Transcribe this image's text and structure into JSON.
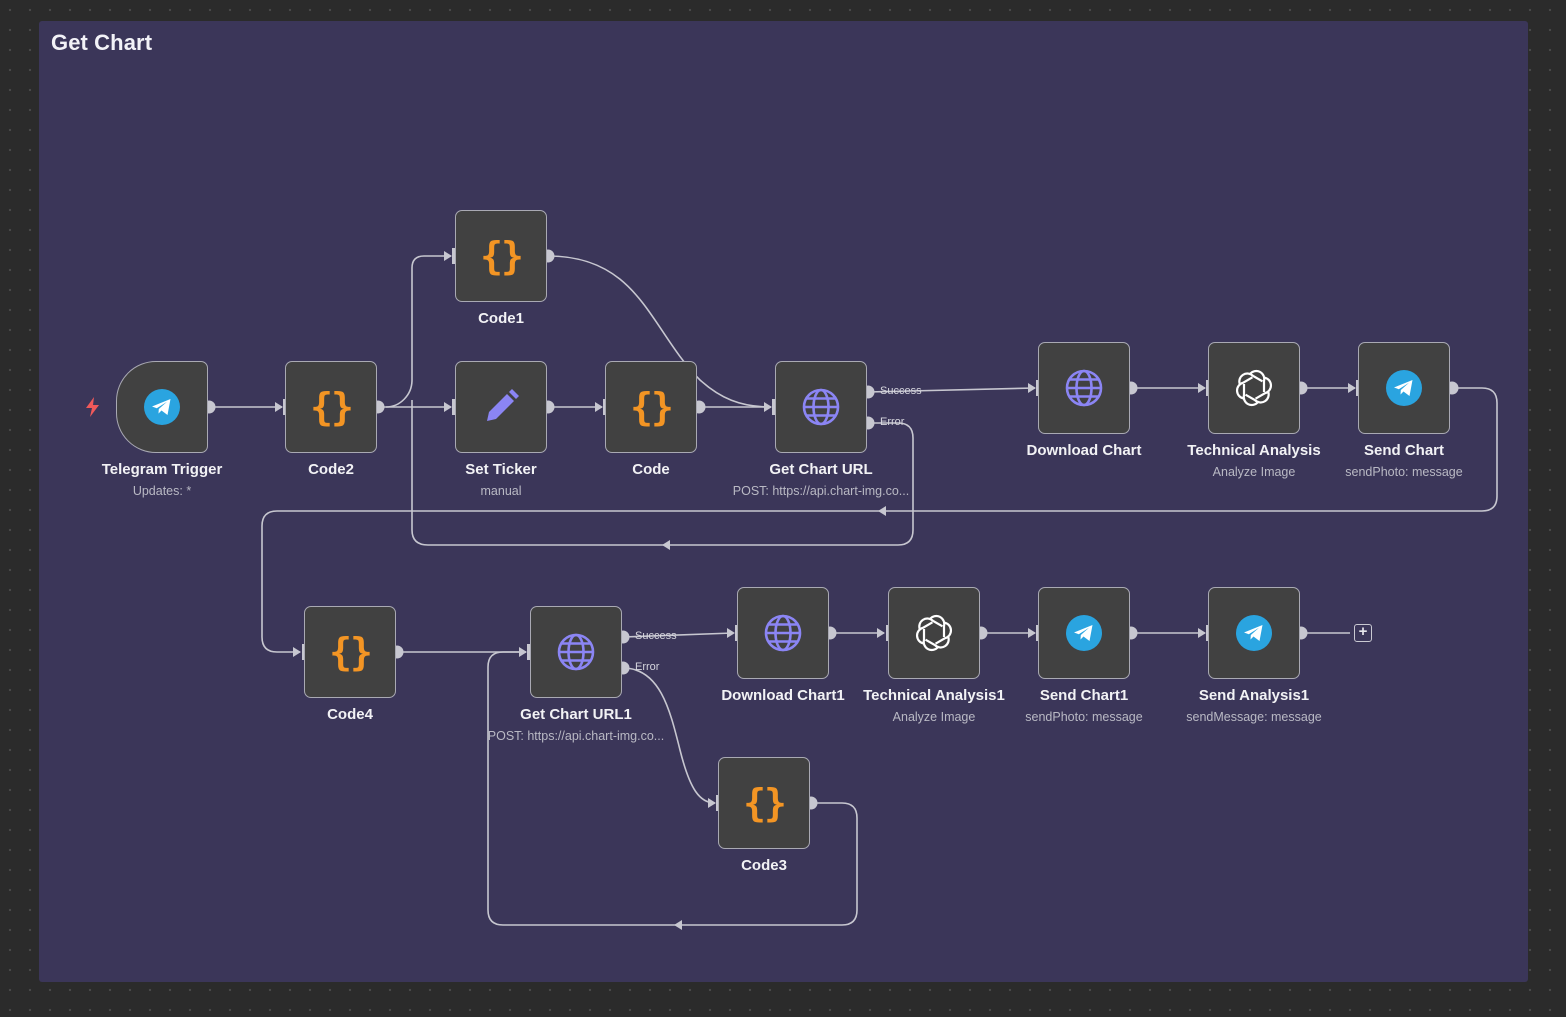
{
  "sticky": {
    "title": "Get Chart"
  },
  "nodes": [
    {
      "id": "telegram-trigger",
      "label": "Telegram Trigger",
      "sub": "Updates: *",
      "icon": "telegram-icon"
    },
    {
      "id": "code2",
      "label": "Code2",
      "sub": "",
      "icon": "code-braces-icon"
    },
    {
      "id": "set-ticker",
      "label": "Set Ticker",
      "sub": "manual",
      "icon": "pencil-icon"
    },
    {
      "id": "code",
      "label": "Code",
      "sub": "",
      "icon": "code-braces-icon"
    },
    {
      "id": "code1",
      "label": "Code1",
      "sub": "",
      "icon": "code-braces-icon"
    },
    {
      "id": "get-chart-url",
      "label": "Get Chart URL",
      "sub": "POST: https://api.chart-img.co...",
      "icon": "globe-icon"
    },
    {
      "id": "download-chart",
      "label": "Download Chart",
      "sub": "",
      "icon": "globe-icon"
    },
    {
      "id": "technical-analysis",
      "label": "Technical Analysis",
      "sub": "Analyze Image",
      "icon": "openai-icon"
    },
    {
      "id": "send-chart",
      "label": "Send Chart",
      "sub": "sendPhoto: message",
      "icon": "telegram-icon"
    },
    {
      "id": "code4",
      "label": "Code4",
      "sub": "",
      "icon": "code-braces-icon"
    },
    {
      "id": "get-chart-url1",
      "label": "Get Chart URL1",
      "sub": "POST: https://api.chart-img.co...",
      "icon": "globe-icon"
    },
    {
      "id": "download-chart1",
      "label": "Download Chart1",
      "sub": "",
      "icon": "globe-icon"
    },
    {
      "id": "technical-analysis1",
      "label": "Technical Analysis1",
      "sub": "Analyze Image",
      "icon": "openai-icon"
    },
    {
      "id": "send-chart1",
      "label": "Send Chart1",
      "sub": "sendPhoto: message",
      "icon": "telegram-icon"
    },
    {
      "id": "send-analysis1",
      "label": "Send Analysis1",
      "sub": "sendMessage: message",
      "icon": "telegram-icon"
    },
    {
      "id": "code3",
      "label": "Code3",
      "sub": "",
      "icon": "code-braces-icon"
    }
  ],
  "ports": {
    "success": "Success",
    "error": "Error"
  },
  "braces_glyph": "{}",
  "add_glyph": "+",
  "colors": {
    "canvas": "#2b2b2b",
    "sticky": "#3b3659",
    "node_fill": "#414141",
    "node_border": "#a9a9b3",
    "wire": "#c7c7d0",
    "code_orange": "#f39524",
    "globe_purple": "#8b85f4",
    "telegram_blue": "#2aa4e0",
    "trigger_red": "#f0595a"
  }
}
